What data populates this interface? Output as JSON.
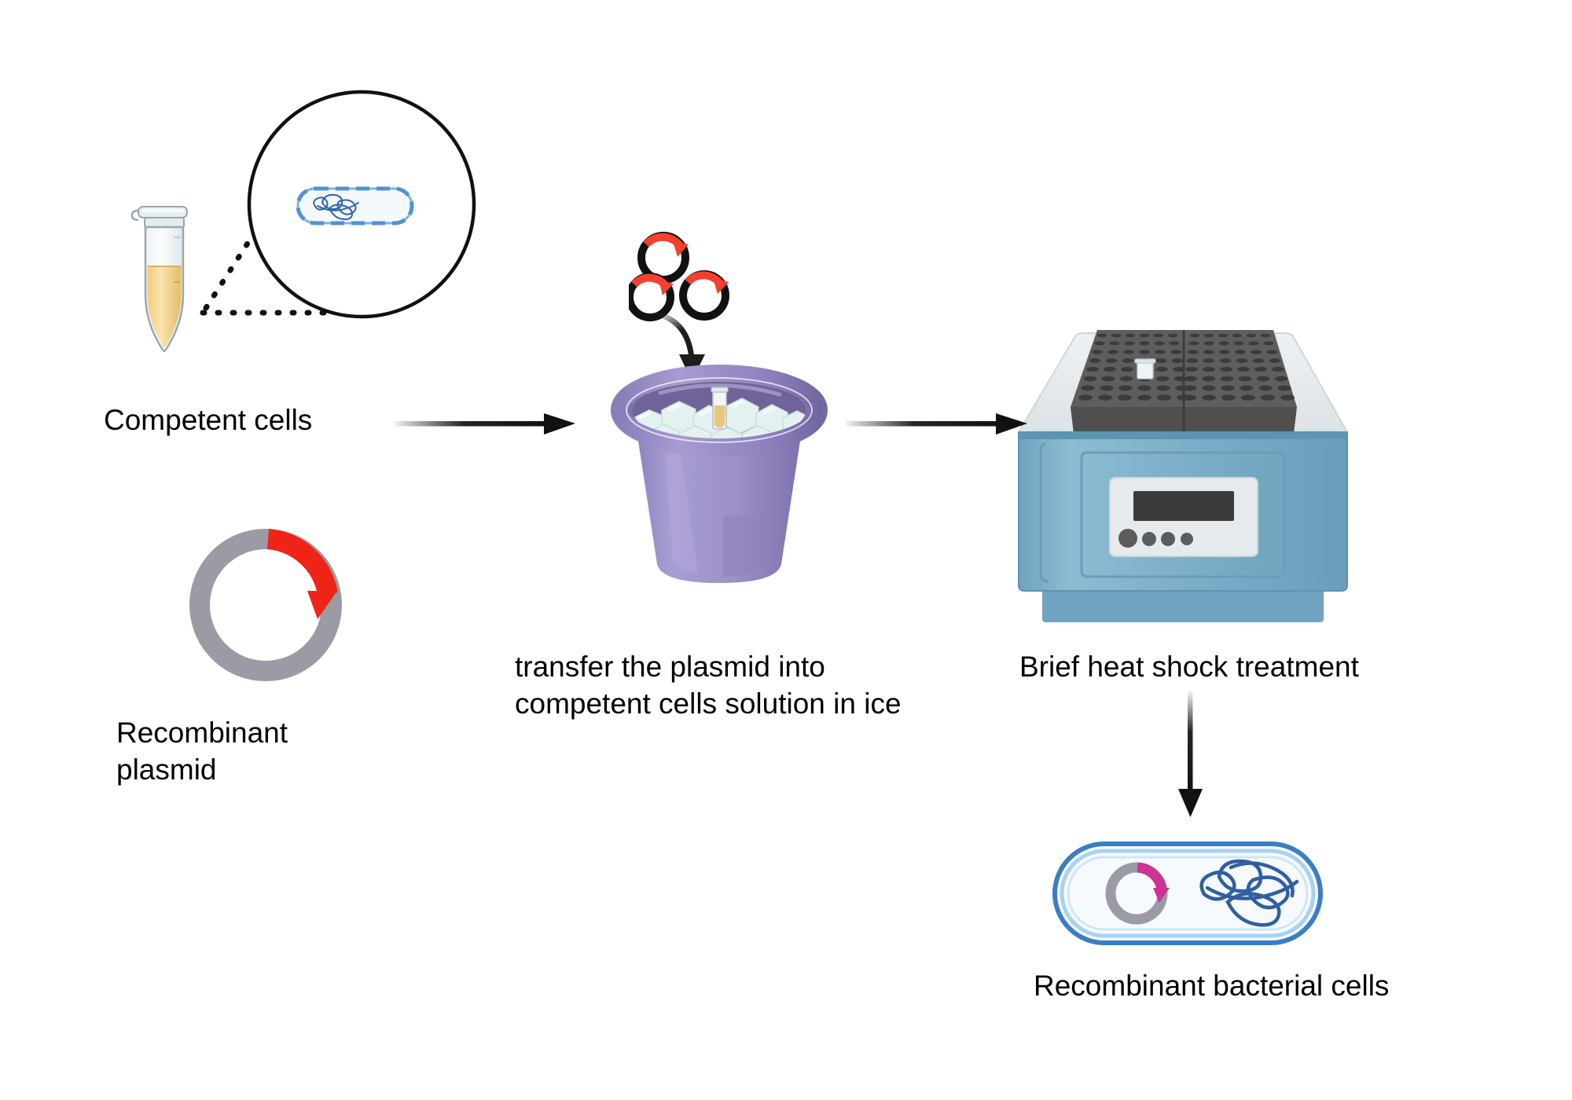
{
  "diagram": {
    "title": "Bacterial transformation workflow",
    "background": "#ffffff"
  },
  "labels": {
    "competent_cells": "Competent cells",
    "recombinant_plasmid": "Recombinant\nplasmid",
    "transfer_step": "transfer the plasmid into\ncompetent cells solution in ice",
    "heat_shock": "Brief heat shock treatment",
    "recombinant_bacterial_cells": "Recombinant bacterial cells"
  },
  "figures": {
    "eppendorf_tube": {
      "name": "eppendorf-tube",
      "liquid_color": "#f6d98f",
      "body_color": "#e9eef0",
      "outline_color": "#9aa7ad"
    },
    "magnifier_circle": {
      "name": "magnifier-circle",
      "stroke": "#111111",
      "radius": 143
    },
    "competent_cell": {
      "name": "competent-cell",
      "membrane_color": "#4f93d1",
      "fill_color": "#f4f9fd",
      "dna_color": "#2f63a8",
      "membrane_style": "dashed"
    },
    "recombinant_plasmid_ring": {
      "name": "recombinant-plasmid",
      "backbone_color": "#9b9ba5",
      "insert_color": "#ee2417",
      "insert_arc_degrees": 100
    },
    "free_plasmids": {
      "name": "free-plasmid",
      "count": 3,
      "ring_color": "#111111",
      "insert_color": "#f4402e"
    },
    "ice_bucket": {
      "name": "ice-bucket",
      "body_color": "#9b8fc6",
      "rim_color": "#8b7fba",
      "inner_color": "#7d71ab",
      "ice_color": "#dff0ee",
      "tube_liquid_color": "#e8c77e"
    },
    "heat_block": {
      "name": "heat-block",
      "body_color": "#7aadc7",
      "top_color": "#e8ecee",
      "block_color": "#5e5e5e",
      "display_color": "#3b3b3b",
      "button_color": "#5c5c5c",
      "button_count": 4,
      "well_rows": 11,
      "well_cols": 12
    },
    "recombinant_cell": {
      "name": "recombinant-bacterial-cell",
      "membrane_color": "#3a7ec4",
      "membrane_light": "#a8d2ef",
      "fill_color": "#f6fafe",
      "plasmid_backbone": "#9b9ba5",
      "plasmid_insert": "#cc3392",
      "chromosome_color": "#2f5fa0"
    },
    "arrows": {
      "arrow_1": {
        "name": "arrow-competent-to-bucket",
        "direction": "right",
        "color": "#111111"
      },
      "arrow_2": {
        "name": "arrow-bucket-to-heatblock",
        "direction": "right",
        "color": "#111111"
      },
      "arrow_3": {
        "name": "arrow-heatblock-to-cell",
        "direction": "down",
        "color": "#111111"
      },
      "arrow_curved": {
        "name": "arrow-plasmid-into-bucket",
        "direction": "curved-down",
        "color": "#1c1c1c"
      }
    },
    "leader_lines": {
      "name": "magnifier-leader-lines",
      "style": "dotted",
      "color": "#111111"
    }
  }
}
